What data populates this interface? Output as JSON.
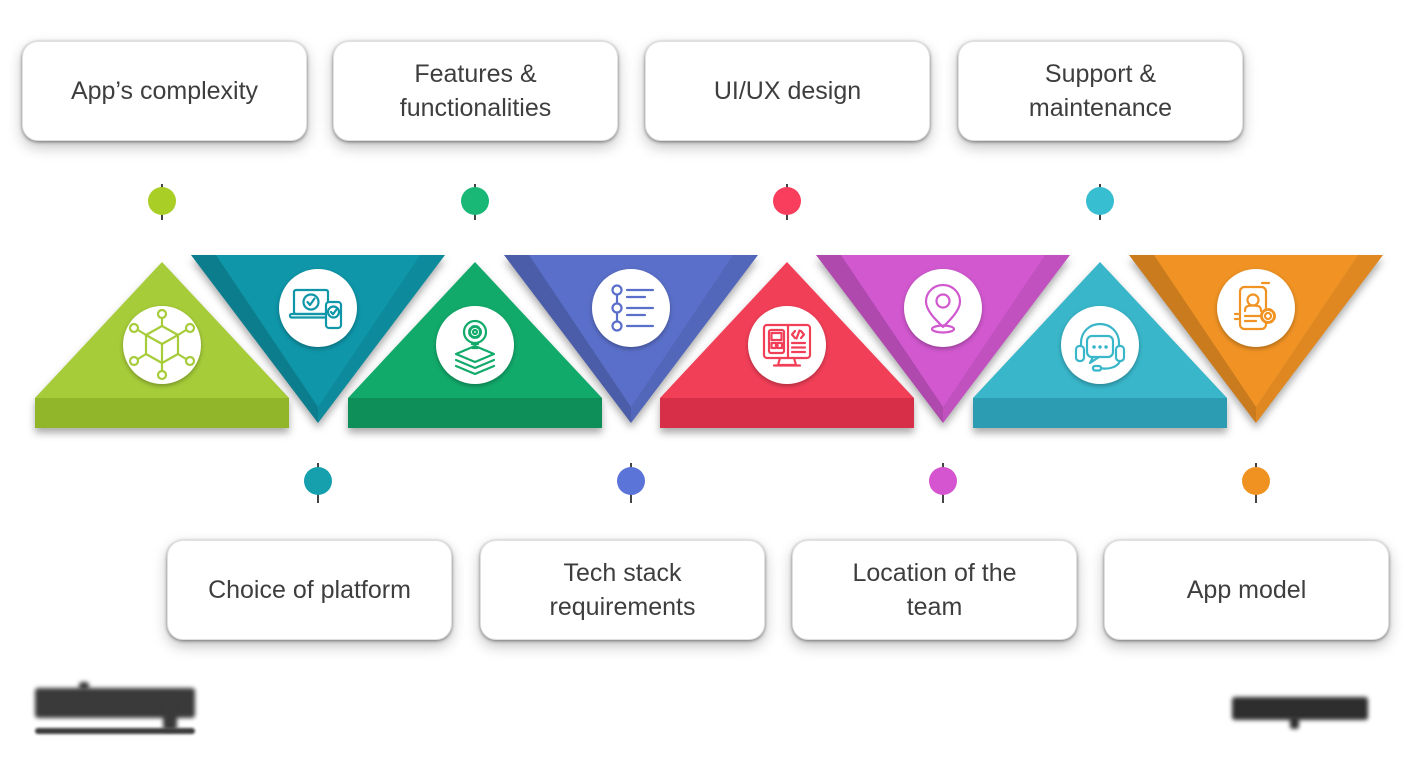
{
  "background_color": "#ffffff",
  "connector_color": "#454545",
  "top_cards": [
    {
      "label": "App’s complexity",
      "dot_color": "#a9ce26"
    },
    {
      "label": "Features &\nfunctionalities",
      "dot_color": "#19b877"
    },
    {
      "label": "UI/UX design",
      "dot_color": "#f83e5c"
    },
    {
      "label": "Support &\nmaintenance",
      "dot_color": "#38bed1"
    }
  ],
  "bottom_cards": [
    {
      "label": "Choice of platform",
      "dot_color": "#16a0ad"
    },
    {
      "label": "Tech stack\nrequirements",
      "dot_color": "#5a74d8"
    },
    {
      "label": "Location of the\nteam",
      "dot_color": "#d455cf"
    },
    {
      "label": "App model",
      "dot_color": "#f09222"
    }
  ],
  "pyramids": [
    {
      "direction": "up",
      "linked_card": "App’s complexity",
      "color": "#a6cc39",
      "dark_color": "#92b62a",
      "icon": "complexity-network-icon"
    },
    {
      "direction": "down",
      "linked_card": "Choice of platform",
      "color": "#0f96a9",
      "dark_color": "#0b7e92",
      "icon": "devices-platform-icon"
    },
    {
      "direction": "up",
      "linked_card": "Features & functionalities",
      "color": "#12aa6b",
      "dark_color": "#0e8f59",
      "icon": "layers-idea-icon"
    },
    {
      "direction": "down",
      "linked_card": "Tech stack requirements",
      "color": "#5a6fc9",
      "dark_color": "#4859ae",
      "icon": "checklist-icon"
    },
    {
      "direction": "up",
      "linked_card": "UI/UX design",
      "color": "#f23f58",
      "dark_color": "#d82f48",
      "icon": "design-monitor-icon"
    },
    {
      "direction": "down",
      "linked_card": "Location of the team",
      "color": "#d158cf",
      "dark_color": "#b247b1",
      "icon": "location-pin-icon"
    },
    {
      "direction": "up",
      "linked_card": "Support & maintenance",
      "color": "#39b6ca",
      "dark_color": "#2c9cb2",
      "icon": "support-headset-icon"
    },
    {
      "direction": "down",
      "linked_card": "App model",
      "color": "#f09324",
      "dark_color": "#d37c15",
      "icon": "app-model-icon"
    }
  ]
}
